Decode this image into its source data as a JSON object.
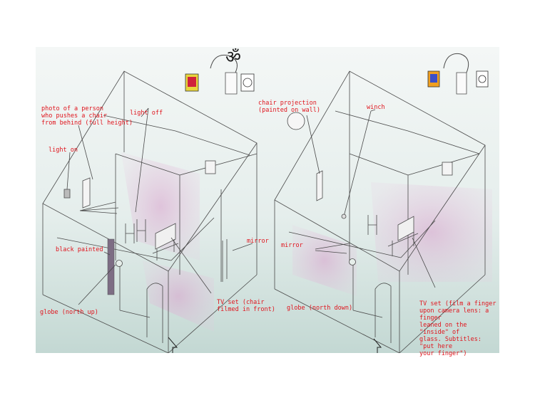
{
  "left_panel": {
    "om_symbol": "ॐ",
    "labels": {
      "photo_person": "photo of a person\nwho pushes a chair\nfrom behind (full height)",
      "light_off": "light off",
      "light_on": "light on",
      "black_painted": "black painted",
      "mirror": "mirror",
      "tv_set": "TV set (chair\nfilmed in front)",
      "globe": "globe (north  up)"
    }
  },
  "right_panel": {
    "labels": {
      "chair_projection": "chair projection\n(painted on wall)",
      "winch": "winch",
      "mirror": "mirror",
      "globe": "globe (north down)",
      "tv_set": "TV set (film a finger\nupon camera lens: a finger\nleaned on the \"inside\" of\nglass. Subtitles: \"put here\nyour finger\")"
    }
  },
  "colors": {
    "label_red": "#e0141c",
    "sketch_line": "#4a4a4a",
    "wash_pink": "#d8a6cf",
    "backdrop_teal": "#c9dcd8"
  },
  "icons": [
    "entrance-arrow-icon",
    "om-symbol-icon",
    "chair-sculpture-icon",
    "color-card-icon",
    "symbol-card-icon"
  ]
}
